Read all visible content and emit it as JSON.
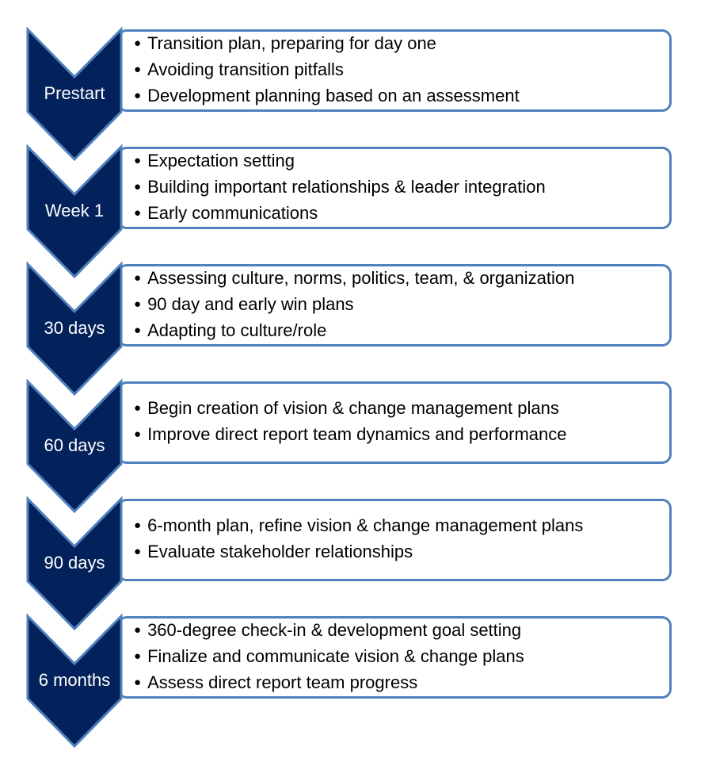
{
  "colors": {
    "chevron_fill": "#03215a",
    "accent": "#4f81bd"
  },
  "stages": [
    {
      "label": "Prestart",
      "items": [
        "Transition plan, preparing for day one",
        "Avoiding transition pitfalls",
        "Development planning based on an assessment"
      ]
    },
    {
      "label": "Week 1",
      "items": [
        "Expectation setting",
        "Building important relationships & leader integration",
        "Early communications"
      ]
    },
    {
      "label": "30 days",
      "items": [
        "Assessing culture, norms, politics, team, & organization",
        "90 day and early win plans",
        "Adapting to culture/role"
      ]
    },
    {
      "label": "60 days",
      "items": [
        "Begin creation of vision & change management plans",
        "Improve direct report team dynamics and performance"
      ]
    },
    {
      "label": "90 days",
      "items": [
        "6-month plan, refine vision & change management plans",
        "Evaluate stakeholder relationships"
      ]
    },
    {
      "label": "6 months",
      "items": [
        "360-degree check-in & development goal setting",
        "Finalize and communicate vision & change plans",
        "Assess direct report team progress"
      ]
    }
  ]
}
